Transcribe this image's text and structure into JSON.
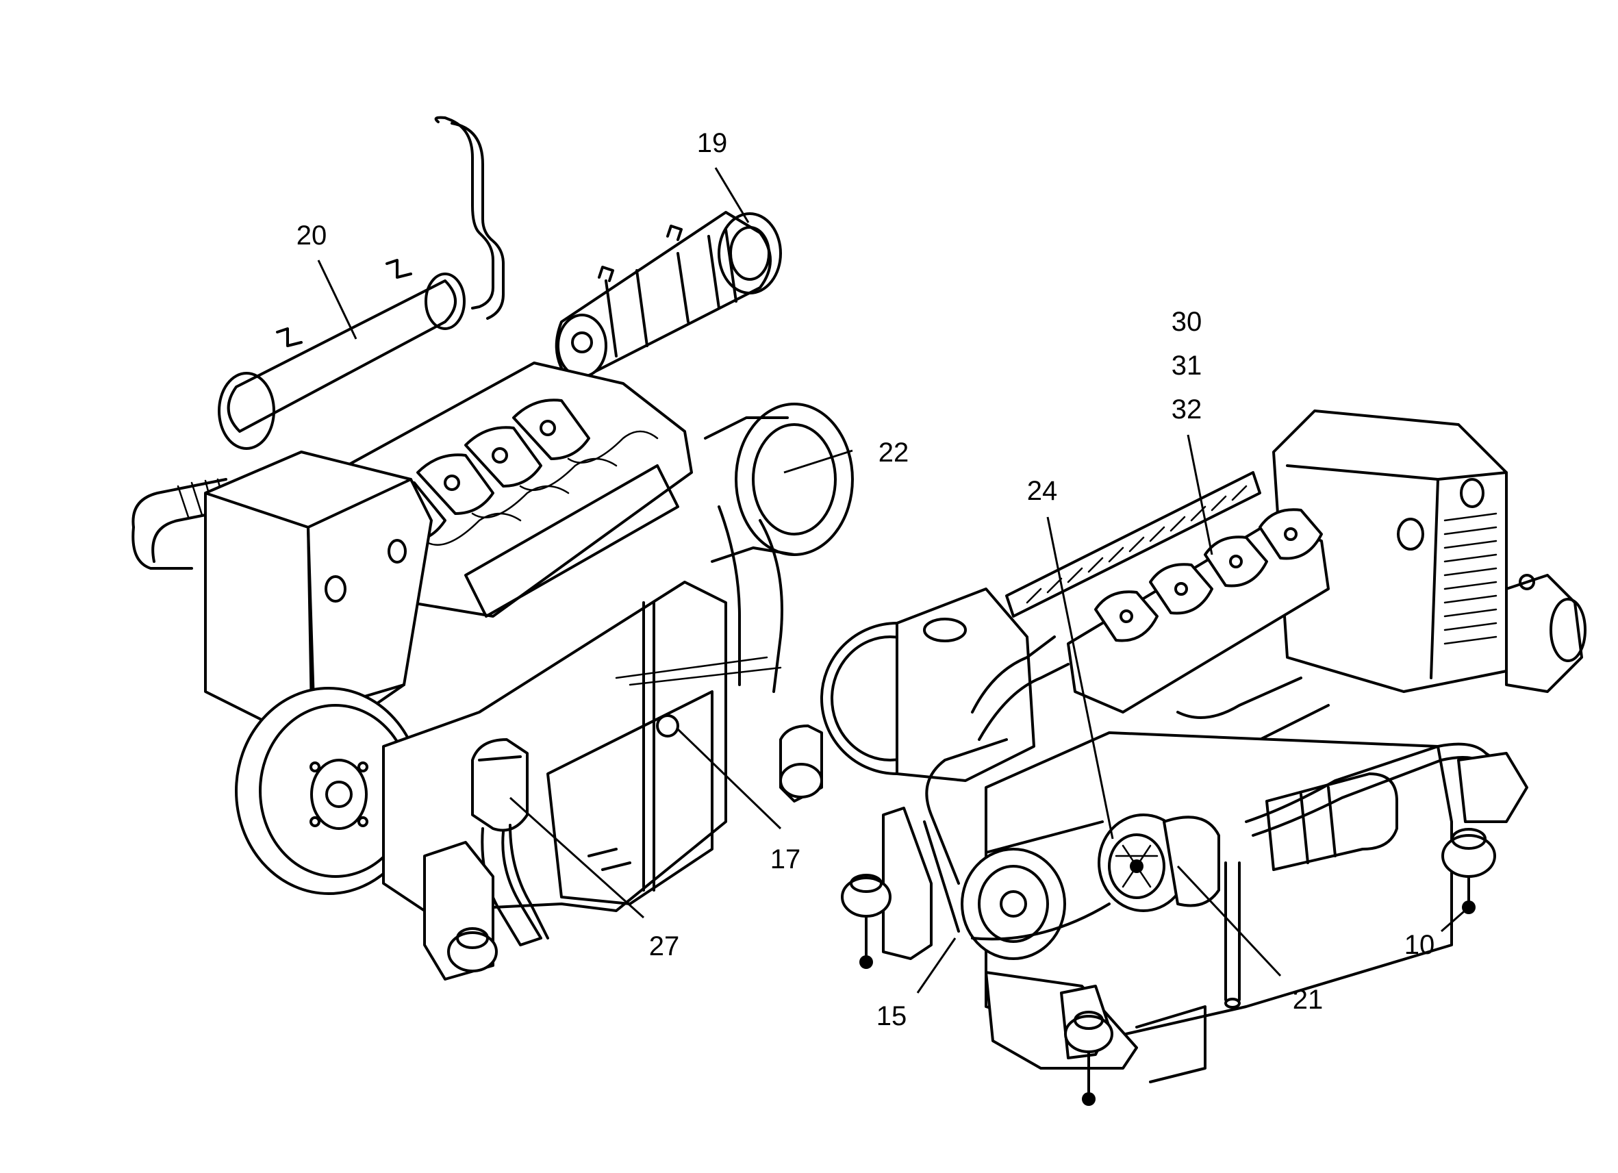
{
  "diagram": {
    "callouts": [
      {
        "id": "19",
        "text": "19"
      },
      {
        "id": "20",
        "text": "20"
      },
      {
        "id": "22",
        "text": "22"
      },
      {
        "id": "17",
        "text": "17"
      },
      {
        "id": "27",
        "text": "27"
      },
      {
        "id": "30",
        "text": "30"
      },
      {
        "id": "31",
        "text": "31"
      },
      {
        "id": "32",
        "text": "32"
      },
      {
        "id": "24",
        "text": "24"
      },
      {
        "id": "10",
        "text": "10"
      },
      {
        "id": "15",
        "text": "15"
      },
      {
        "id": "21",
        "text": "21"
      }
    ]
  }
}
